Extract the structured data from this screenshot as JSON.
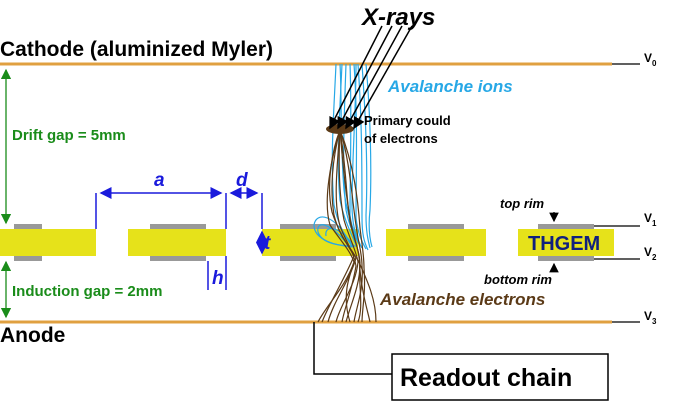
{
  "title_xrays": "X-rays",
  "cathode_label": "Cathode (aluminized Myler)",
  "anode_label": "Anode",
  "drift_gap_label": "Drift gap = 5mm",
  "induction_gap_label": "Induction gap = 2mm",
  "avalanche_ions_label": "Avalanche ions",
  "avalanche_electrons_label": "Avalanche electrons",
  "primary_cloud_line1": "Primary could",
  "primary_cloud_line2": "of electrons",
  "dimension_a": "a",
  "dimension_d": "d",
  "dimension_t": "t",
  "dimension_h": "h",
  "top_rim_label": "top rim",
  "bottom_rim_label": "bottom rim",
  "thgem_label": "THGEM",
  "readout_label": "Readout chain",
  "voltages": [
    {
      "name": "V",
      "sub": "0"
    },
    {
      "name": "V",
      "sub": "1"
    },
    {
      "name": "V",
      "sub": "2"
    },
    {
      "name": "V",
      "sub": "3"
    }
  ],
  "colors": {
    "electrode": "#e0a040",
    "plate": "#e6e21a",
    "rim": "#999999",
    "dimension": "#1a1adc",
    "gap_arrow": "#1a8c1a",
    "ions": "#27a8e6",
    "electrons": "#5b3a17"
  }
}
